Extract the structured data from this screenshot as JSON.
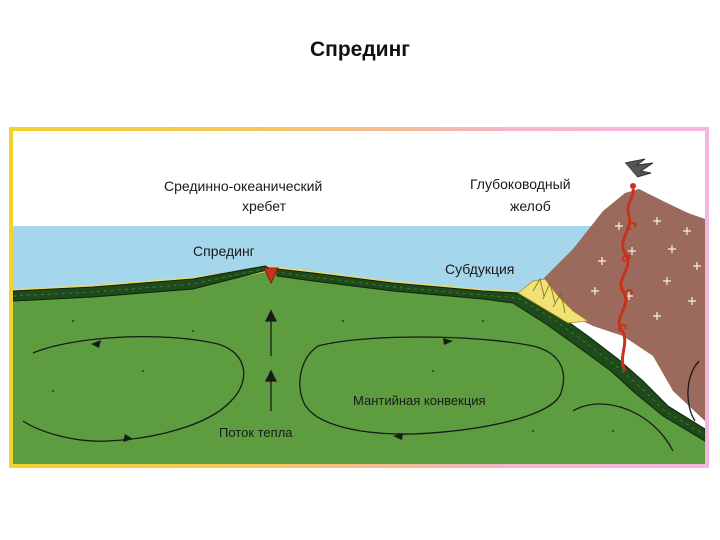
{
  "title": "Спрединг",
  "labels": {
    "ridge_line1": "Срединно-океанический",
    "ridge_line2": "хребет",
    "trench_line1": "Глубоководный",
    "trench_line2": "желоб",
    "spreading": "Спрединг",
    "subduction": "Субдукция",
    "convection": "Мантийная конвекция",
    "heat_flow": "Поток тепла"
  },
  "colors": {
    "sky": "#ffffff",
    "ocean": "#a4d7ec",
    "mantle": "#5d9c3f",
    "plate": "#1f4a1c",
    "sediment": "#f2e275",
    "continent": "#9b6a5c",
    "magma": "#c8321c",
    "frame_yellow": "#f2d22e",
    "frame_pink": "#f6b4e2"
  }
}
